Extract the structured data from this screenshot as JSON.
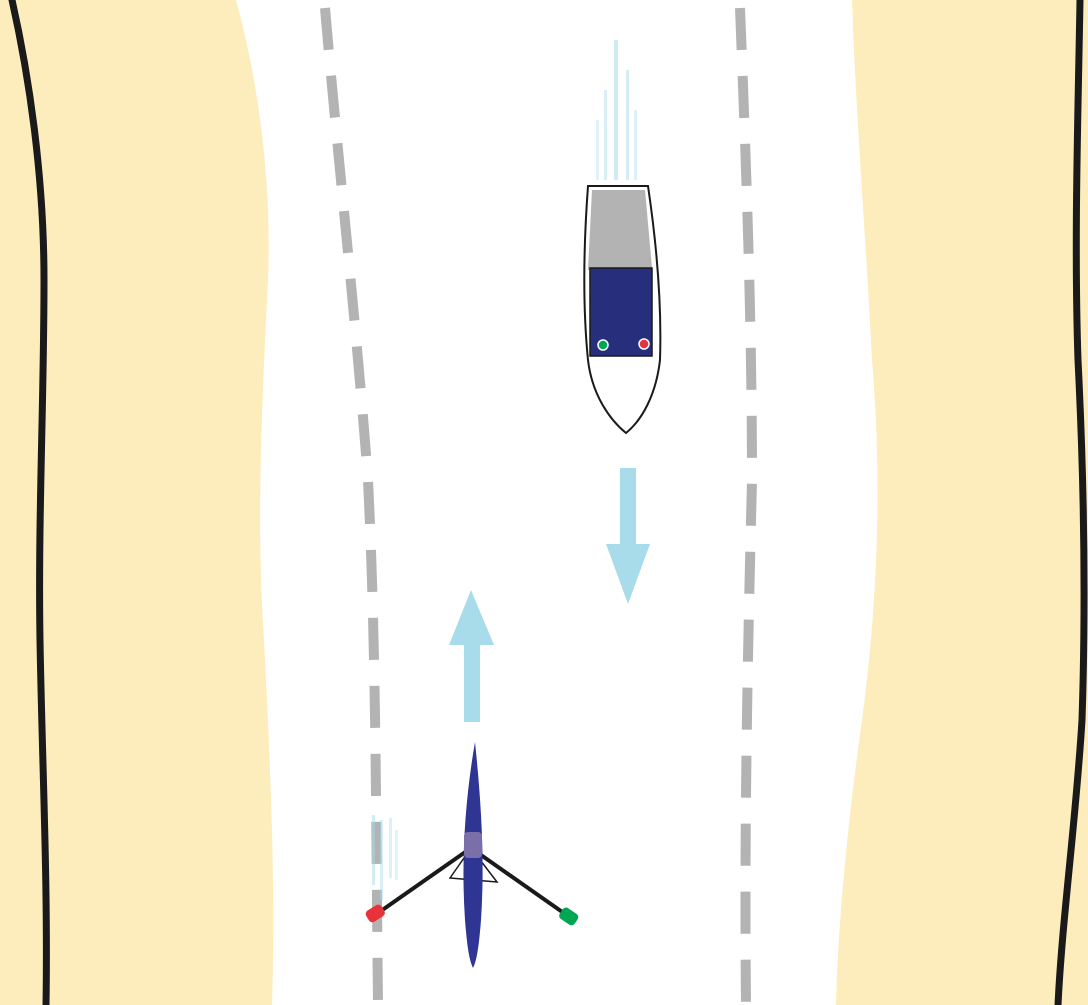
{
  "colors": {
    "water": "#ffffff",
    "bank": "#fdedbd",
    "bank_edge": "#1a1a1a",
    "lane_marker": "#b3b3b3",
    "direction_arrow": "#a8dcea",
    "wake": "#a8dcea",
    "boat_hull": "#ffffff",
    "boat_outline": "#1a1a1a",
    "boat_deck": "#b3b3b3",
    "boat_cabin": "#272e7c",
    "port_light": "#e8323a",
    "starboard_light": "#00a651",
    "rowing_shell": "#2e3592",
    "oar_shaft": "#1a1a1a",
    "rower": "#7a6fa8"
  },
  "scene": {
    "motorboat": {
      "heading": "downstream",
      "lights": [
        "starboard-light",
        "port-light"
      ]
    },
    "rowing_shell": {
      "heading": "upstream",
      "blades": [
        "port-blade",
        "starboard-blade"
      ]
    },
    "lanes": [
      "left-lane",
      "right-lane"
    ]
  }
}
